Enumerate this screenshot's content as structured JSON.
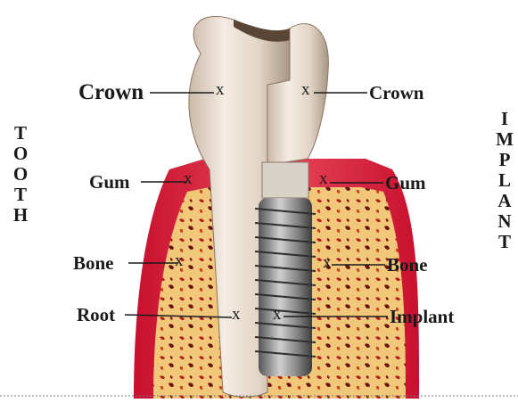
{
  "side_titles": {
    "left": [
      "T",
      "O",
      "O",
      "T",
      "H"
    ],
    "right": [
      "I",
      "M",
      "P",
      "L",
      "A",
      "N",
      "T"
    ]
  },
  "labels": {
    "left": [
      "Crown",
      "Gum",
      "Bone",
      "Root"
    ],
    "right": [
      "Crown",
      "Gum",
      "Bone",
      "Implant"
    ]
  },
  "marker": "x"
}
